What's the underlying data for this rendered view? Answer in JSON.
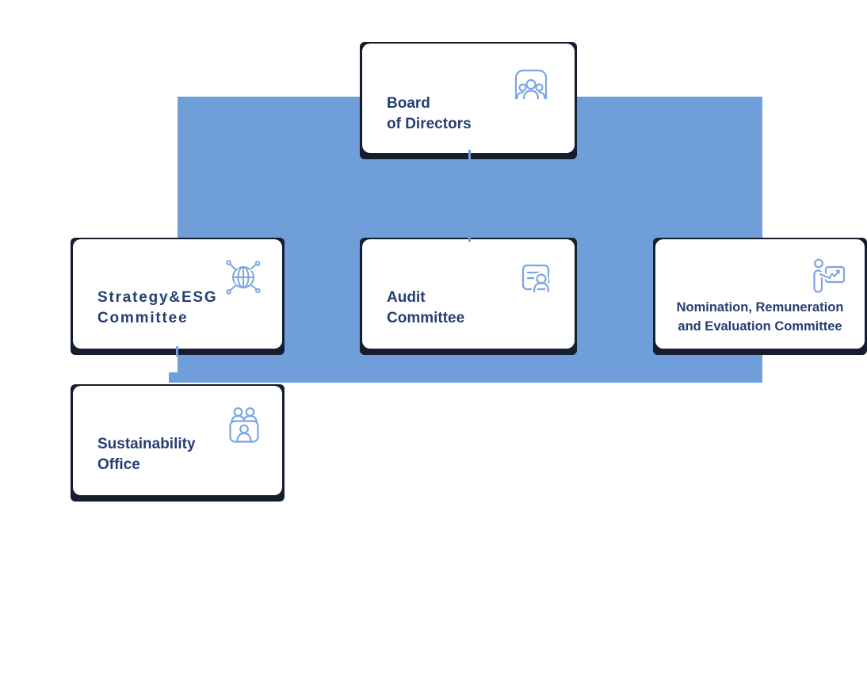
{
  "colors": {
    "page_white": "#FFFFFF",
    "card_white": "#FFFFFF",
    "connector_blue": "#6F9ED8",
    "shadow_navy": "#151D2F",
    "text_navy": "#263D75",
    "icon_blue": "#7CA5E2"
  },
  "org_chart": {
    "nodes": [
      {
        "id": "board",
        "label_lines": [
          "Board",
          "of Directors"
        ],
        "icon": "people-group-icon"
      },
      {
        "id": "strategy",
        "label_lines": [
          "Strategy&ESG",
          "Committee"
        ],
        "icon": "network-globe-icon"
      },
      {
        "id": "audit",
        "label_lines": [
          "Audit",
          "Committee"
        ],
        "icon": "audit-document-person-icon"
      },
      {
        "id": "nomination",
        "label_lines": [
          "Nomination, Remuneration",
          "and Evaluation Committee"
        ],
        "icon": "presenter-chart-icon"
      },
      {
        "id": "sustainability",
        "label_lines": [
          "Sustainability",
          "Office"
        ],
        "icon": "meeting-table-icon"
      }
    ]
  }
}
